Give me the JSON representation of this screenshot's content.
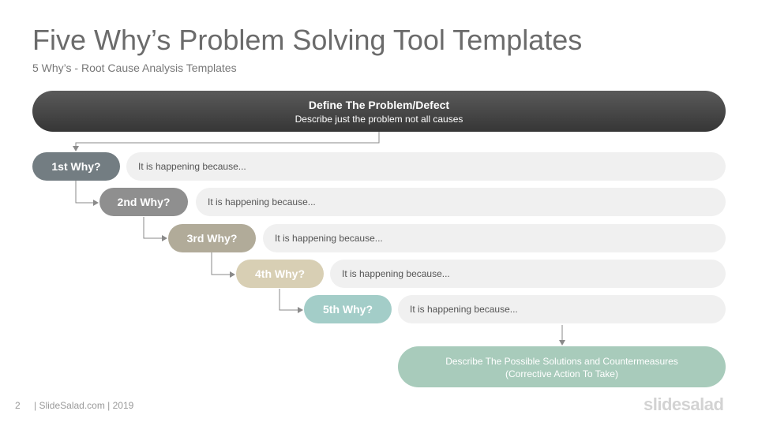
{
  "slide": {
    "title": "Five Why’s Problem Solving Tool Templates",
    "subtitle": "5 Why’s - Root Cause Analysis Templates"
  },
  "problem": {
    "heading": "Define The Problem/Defect",
    "description": "Describe just the problem not all causes"
  },
  "whys": [
    {
      "label": "1st Why?",
      "text": "It is happening because...",
      "color": "#737d82"
    },
    {
      "label": "2nd Why?",
      "text": "It is happening because...",
      "color": "#8f8f8f"
    },
    {
      "label": "3rd Why?",
      "text": "It is happening because...",
      "color": "#b1ab99"
    },
    {
      "label": "4th Why?",
      "text": "It is happening because...",
      "color": "#d8cfb4"
    },
    {
      "label": "5th Why?",
      "text": "It is happening because...",
      "color": "#a3cdc8"
    }
  ],
  "solution": {
    "line1": "Describe The Possible Solutions and Countermeasures",
    "line2": "(Corrective Action To Take)"
  },
  "footer": {
    "page_number": "2",
    "credit": "| SlideSalad.com | 2019",
    "brand": "slidesalad"
  }
}
